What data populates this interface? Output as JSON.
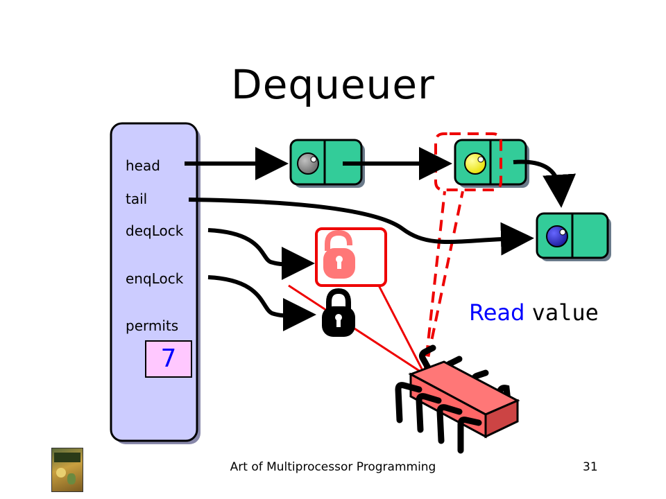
{
  "title": "Dequeuer",
  "object_fields": {
    "head": "head",
    "tail": "tail",
    "deq_lock": "deqLock",
    "enq_lock": "enqLock",
    "permits": "permits",
    "permits_value": "7"
  },
  "annotation": {
    "read": "Read",
    "value": "value"
  },
  "footer": {
    "text": "Art of Multiprocessor Programming",
    "page_number": "31"
  },
  "colors": {
    "object_box": "#ccccff",
    "node": "#33cc99",
    "head_ball": "#808080",
    "next_ball": "#ffff00",
    "tail_ball": "#3333cc",
    "permits_box": "#ffc8ff",
    "lock_highlight": "#ff6666",
    "thread": "#ff7777",
    "label_blue": "#0000ff"
  },
  "icons": [
    "padlock-unlocked-icon",
    "padlock-locked-icon",
    "thread-chip-icon",
    "book-cover-icon"
  ]
}
